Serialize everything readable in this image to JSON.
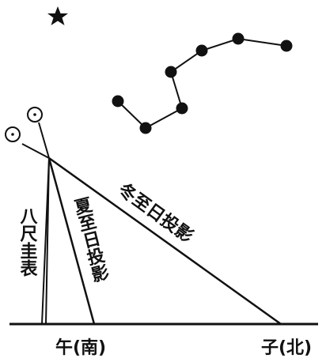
{
  "labels": {
    "gnomon": "八尺圭表",
    "summer_shadow": "夏至日投影",
    "winter_shadow": "冬至日投影",
    "south": "午(南)",
    "north": "子(北)"
  },
  "icons": {
    "sun": "sun-symbol",
    "star": "star-icon",
    "constellation": "big-dipper"
  },
  "colors": {
    "ink": "#111111",
    "background": "#ffffff"
  }
}
